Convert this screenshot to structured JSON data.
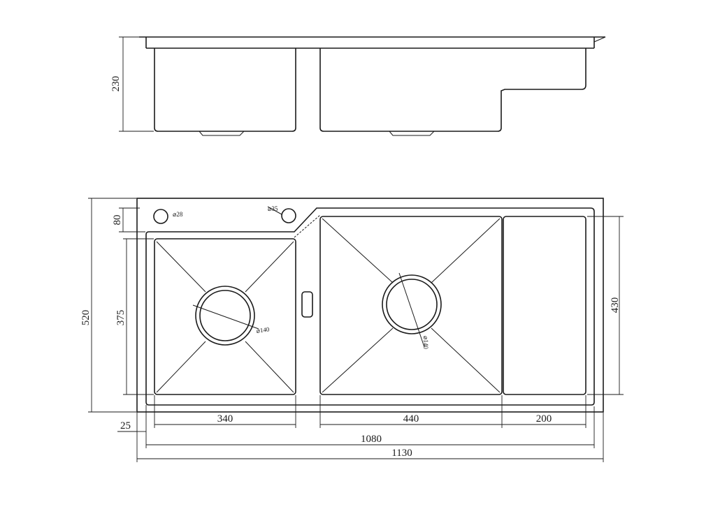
{
  "side_view": {
    "height_label": "230"
  },
  "top_view": {
    "tap_hole_left": "⌀28",
    "tap_hole_right": "⌀35",
    "drain_left": "⌀140",
    "drain_right": "⌀140",
    "dims": {
      "deck_depth": "80",
      "overall_height": "520",
      "left_bowl_height": "375",
      "right_bowl_height": "430",
      "rim_offset": "25",
      "left_bowl_width": "340",
      "right_bowl_width": "440",
      "drainboard_width": "200",
      "inner_width": "1080",
      "overall_width": "1130"
    }
  }
}
